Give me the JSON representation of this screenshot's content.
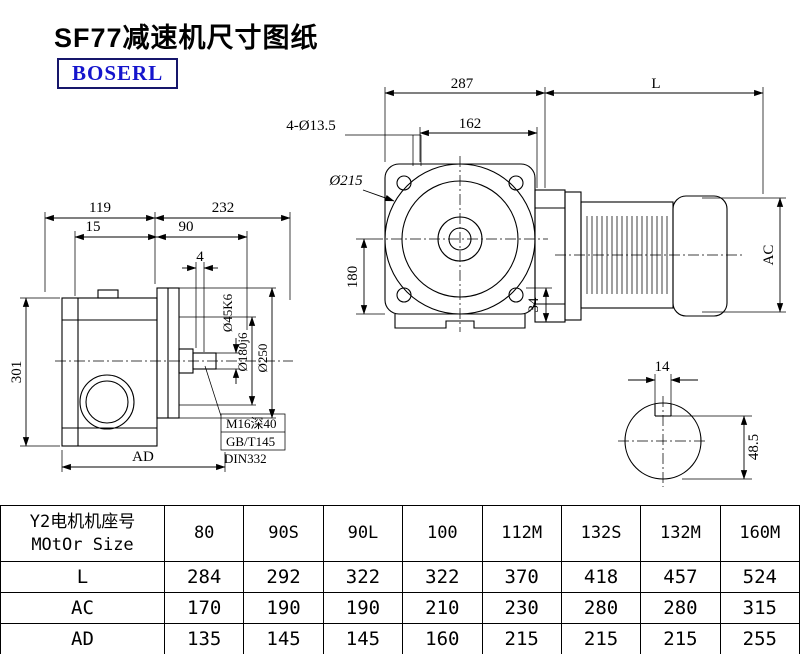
{
  "page": {
    "title": "SF77减速机尺寸图纸",
    "logo_text": "BOSERL"
  },
  "side_view": {
    "dim_depth_rear": "119",
    "dim_depth_front": "232",
    "dim_15": "15",
    "dim_90": "90",
    "dim_4": "4",
    "dim_height": "301",
    "dim_ad_label": "AD",
    "shaft_diameter": "Ø45K6",
    "spigot_diameter": "Ø180j6",
    "flange_diameter": "Ø250",
    "tap_note_line1": "M16深40",
    "tap_note_line2": "GB/T145",
    "tap_note_line3": "DIN332"
  },
  "front_view": {
    "dim_width": "287",
    "dim_motor_length": "L",
    "dim_162": "162",
    "bolt_holes": "4-Ø13.5",
    "pilot_diameter": "Ø215",
    "dim_180": "180",
    "dim_34": "34",
    "dim_ac_label": "AC"
  },
  "shaft_section": {
    "key_width": "14",
    "key_height": "48.5"
  },
  "table": {
    "header": {
      "line1": "Y2电机机座号",
      "line2": "MOtOr Size"
    },
    "columns": [
      "80",
      "90S",
      "90L",
      "100",
      "112M",
      "132S",
      "132M",
      "160M"
    ],
    "rows": [
      {
        "label": "L",
        "values": [
          "284",
          "292",
          "322",
          "322",
          "370",
          "418",
          "457",
          "524"
        ]
      },
      {
        "label": "AC",
        "values": [
          "170",
          "190",
          "190",
          "210",
          "230",
          "280",
          "280",
          "315"
        ]
      },
      {
        "label": "AD",
        "values": [
          "135",
          "145",
          "145",
          "160",
          "215",
          "215",
          "215",
          "255"
        ]
      }
    ]
  }
}
